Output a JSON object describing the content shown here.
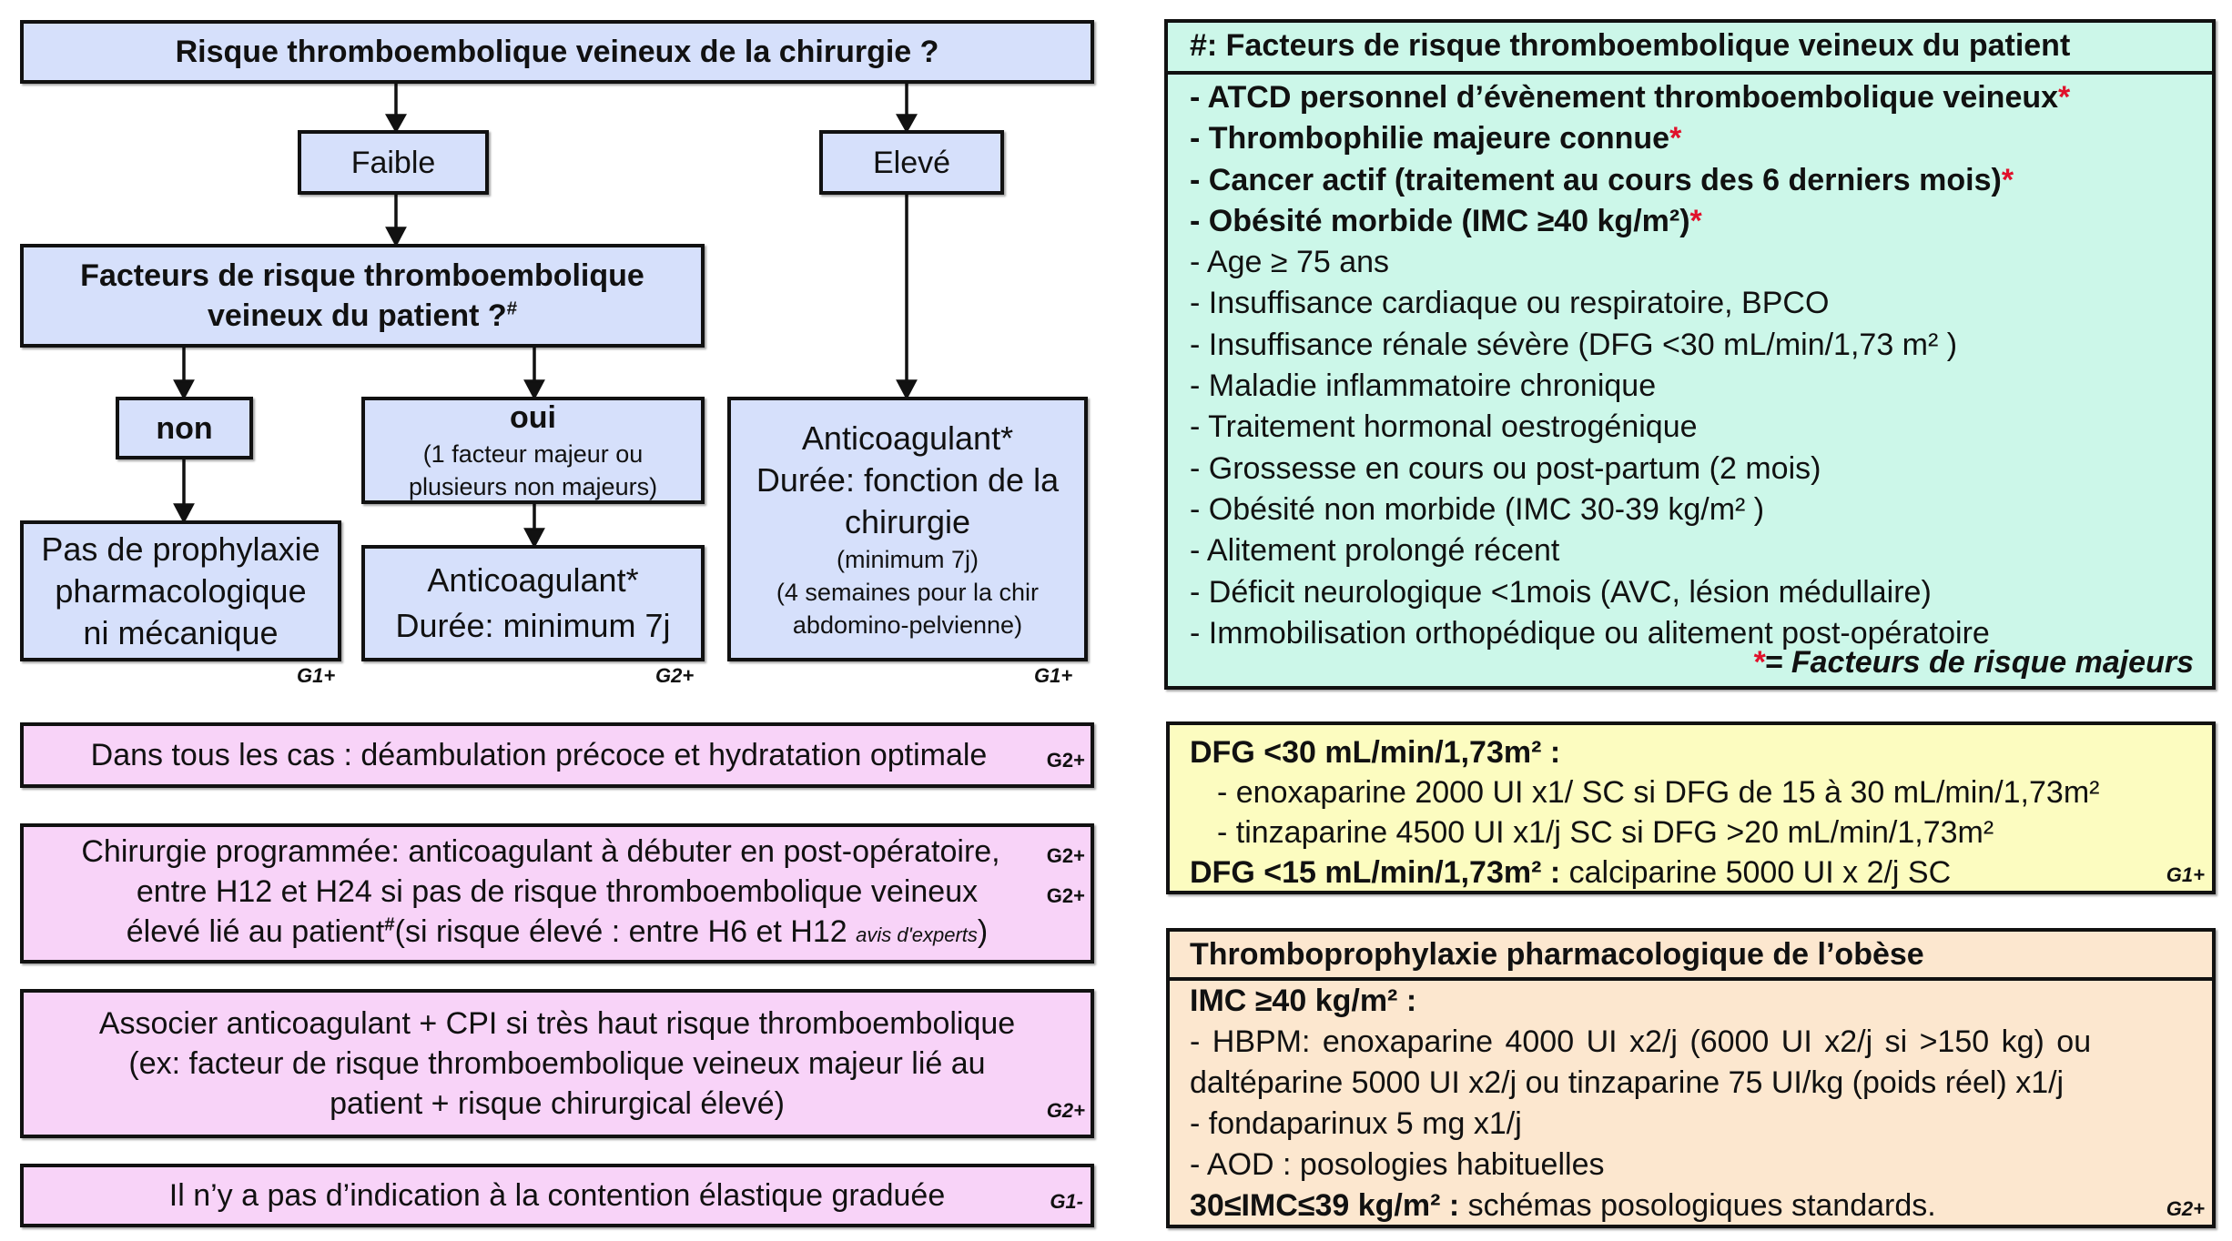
{
  "flowchart": {
    "question_surgery": "Risque thromboembolique veineux de la chirurgie ?",
    "branch_low": "Faible",
    "branch_high": "Elevé",
    "question_patient_line1": "Facteurs de risque thromboembolique",
    "question_patient_line2": "veineux du patient ?",
    "question_patient_mark": "#",
    "answer_no": "non",
    "answer_yes": "oui",
    "answer_yes_detail_line1": "(1 facteur majeur ou",
    "answer_yes_detail_line2": "plusieurs non majeurs)",
    "outcome_no_line1": "Pas de prophylaxie",
    "outcome_no_line2": "pharmacologique",
    "outcome_no_line3": "ni mécanique",
    "outcome_no_grade": "G1+",
    "outcome_yes_line1": "Anticoagulant*",
    "outcome_yes_line2": "Durée: minimum 7j",
    "outcome_yes_grade": "G2+",
    "outcome_high_line1": "Anticoagulant*",
    "outcome_high_line2": "Durée: fonction de la",
    "outcome_high_line3": "chirurgie",
    "outcome_high_line4": "(minimum 7j)",
    "outcome_high_line5": "(4 semaines pour la chir",
    "outcome_high_line6": "abdomino-pelvienne)",
    "outcome_high_grade": "G1+"
  },
  "recommendations": [
    {
      "text": "Dans tous les cas : déambulation précoce et hydratation optimale",
      "grade": "G2+"
    },
    {
      "line1": "Chirurgie programmée: anticoagulant à débuter en post-opératoire,",
      "line2": "entre H12 et H24 si pas de risque thromboembolique veineux",
      "line3a": "élevé lié au patient",
      "line3_mark": "#",
      "line3b": "(si risque élevé : entre H6 et H12 ",
      "line3_note": "avis d'experts",
      "line3c": ")",
      "grade1": "G2+",
      "grade2": "G2+"
    },
    {
      "line1": "Associer anticoagulant + CPI si très haut risque thromboembolique",
      "line2": "(ex: facteur de risque thromboembolique veineux majeur lié au",
      "line3": "patient + risque chirurgical élevé)",
      "grade": "G2+"
    },
    {
      "text": "Il n’y a pas d’indication à la contention élastique graduée",
      "grade": "G1-"
    }
  ],
  "risk_factors": {
    "title": "#: Facteurs de risque thromboembolique veineux du patient",
    "major": [
      "- ATCD personnel d’évènement thromboembolique veineux",
      "- Thrombophilie majeure connue",
      "- Cancer actif (traitement au cours des 6 derniers mois)",
      "- Obésité morbide  (IMC ≥40 kg/m²)"
    ],
    "minor": [
      "- Age ≥ 75 ans",
      "- Insuffisance cardiaque ou respiratoire, BPCO",
      "- Insuffisance rénale sévère (DFG <30 mL/min/1,73 m² )",
      "- Maladie inflammatoire chronique",
      "- Traitement hormonal oestrogénique",
      "- Grossesse en cours ou post-partum (2 mois)",
      "- Obésité non morbide (IMC 30-39 kg/m² )",
      "- Alitement prolongé récent",
      "- Déficit neurologique <1mois (AVC, lésion médullaire)",
      "- Immobilisation orthopédique ou alitement post-opératoire"
    ],
    "major_marker": "*",
    "legend": "= Facteurs de risque majeurs",
    "marker_color": "#e0112b"
  },
  "renal": {
    "heading1": "DFG <30 mL/min/1,73m² :",
    "item1": "- enoxaparine 2000 UI x1/ SC si DFG de 15 à 30 mL/min/1,73m²",
    "item2": "- tinzaparine 4500 UI x1/j SC si DFG >20 mL/min/1,73m²",
    "heading2": "DFG <15 mL/min/1,73m² :",
    "heading2_text": " calciparine 5000 UI x 2/j SC",
    "grade": "G1+"
  },
  "obesity": {
    "title": "Thromboprophylaxie pharmacologique de l’obèse",
    "heading1": "IMC ≥40 kg/m² :",
    "item1_line1": "- HBPM: enoxaparine 4000 UI x2/j (6000 UI x2/j si >150 kg) ou",
    "item1_line2": "daltéparine 5000 UI x2/j ou tinzaparine 75 UI/kg (poids réel) x1/j",
    "item2": "- fondaparinux 5 mg x1/j",
    "item3": "- AOD : posologies habituelles",
    "heading2": "30≤IMC≤39 kg/m² :",
    "heading2_text": " schémas posologiques standards.",
    "grade": "G2+"
  },
  "colors": {
    "flow_box": "#d6e0fb",
    "recommendation_box": "#f8d3f8",
    "risk_box": "#ccf7e9",
    "renal_box": "#fcfcc0",
    "obesity_box": "#fce7cf"
  }
}
